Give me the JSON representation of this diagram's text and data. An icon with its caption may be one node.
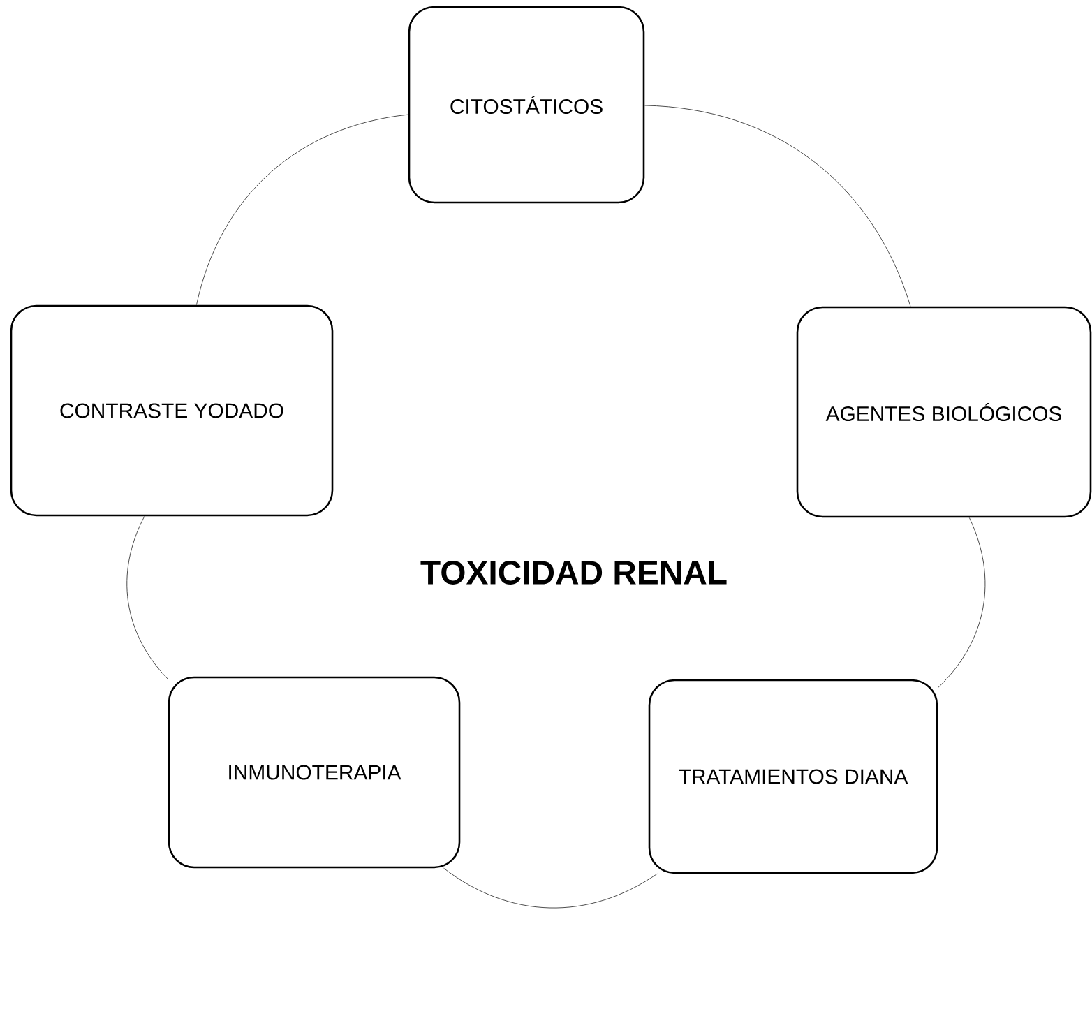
{
  "diagram": {
    "nodes": [
      {
        "text": [
          "CITOSTÁTICOS"
        ]
      },
      {
        "text": [
          "AGENTES BIOLÓGICOS"
        ]
      },
      {
        "text": [
          "TRATAMIENTOS DIANA"
        ]
      },
      {
        "text": [
          "INMUNOTERAPIA"
        ]
      },
      {
        "text": [
          "CONTRASTE YODADO"
        ]
      }
    ],
    "edges": [
      {
        "from": 0,
        "to": 1,
        "arrow": "none"
      },
      {
        "from": 1,
        "to": 2,
        "arrow": "none"
      },
      {
        "from": 2,
        "to": 3,
        "arrow": "none"
      },
      {
        "from": 3,
        "to": 4,
        "arrow": "none"
      },
      {
        "from": 4,
        "to": 0,
        "arrow": "none"
      }
    ],
    "labels": [
      "TOXICIDAD RENAL"
    ]
  }
}
